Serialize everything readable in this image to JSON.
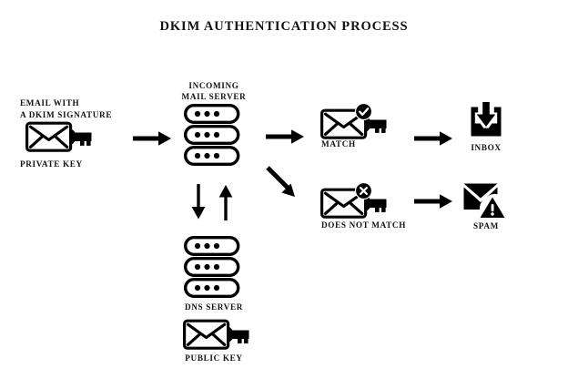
{
  "title": "DKIM AUTHENTICATION PROCESS",
  "colors": {
    "background": "#ffffff",
    "ink": "#111111",
    "stroke": "#000000"
  },
  "nodes": {
    "email_signature": {
      "label_line1": "EMAIL WITH",
      "label_line2": "A DKIM SIGNATURE",
      "caption": "PRIVATE KEY",
      "icon": "envelope-with-key-icon"
    },
    "incoming_mail_server": {
      "label_line1": "INCOMING",
      "label_line2": "MAIL SERVER",
      "icon": "server-stack-icon",
      "units": 3,
      "dots_per_unit": 3
    },
    "dns_server": {
      "caption": "DNS SERVER",
      "icon": "server-stack-icon",
      "units": 3,
      "dots_per_unit": 3
    },
    "public_key": {
      "caption": "PUBLIC KEY",
      "icon": "envelope-with-key-icon"
    },
    "match": {
      "caption": "MATCH",
      "icon": "envelope-key-check-icon",
      "badge": "check-badge-icon"
    },
    "does_not_match": {
      "caption": "DOES NOT MATCH",
      "icon": "envelope-key-cross-icon",
      "badge": "cross-badge-icon"
    },
    "inbox": {
      "caption": "INBOX",
      "icon": "inbox-tray-download-icon"
    },
    "spam": {
      "caption": "SPAM",
      "icon": "envelope-warning-icon"
    }
  },
  "arrows": [
    {
      "name": "arrow-email-to-mailserver",
      "direction": "right"
    },
    {
      "name": "arrow-mailserver-to-match",
      "direction": "right"
    },
    {
      "name": "arrow-mailserver-to-doesnotmatch",
      "direction": "down-right"
    },
    {
      "name": "arrow-match-to-inbox",
      "direction": "right"
    },
    {
      "name": "arrow-doesnotmatch-to-spam",
      "direction": "right"
    },
    {
      "name": "arrow-mailserver-to-dns",
      "direction": "down"
    },
    {
      "name": "arrow-dns-to-mailserver",
      "direction": "up"
    }
  ]
}
